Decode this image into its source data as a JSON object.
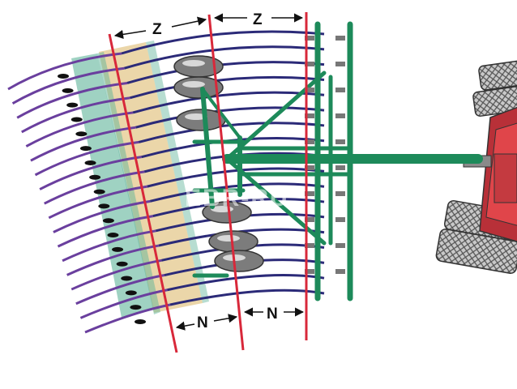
{
  "diagram": {
    "labels": {
      "z_left": "Z",
      "z_right": "Z",
      "n_left": "N",
      "n_right": "N"
    },
    "watermark": "EBR-RU",
    "colors": {
      "tine_purple": "#6a3f9e",
      "tine_navy": "#2b2a78",
      "frame_green": "#1d8a5a",
      "band_green": "#5fb49a",
      "band_tan": "#e8cf9a",
      "red_line": "#d8283a",
      "tractor_red": "#e0454a",
      "tire_gray": "#8a8a8a"
    }
  }
}
